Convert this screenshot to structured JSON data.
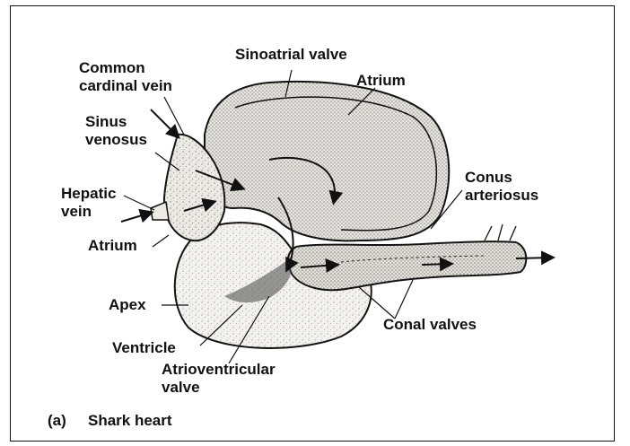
{
  "labels": {
    "common_cardinal_vein": [
      "Common",
      "cardinal vein"
    ],
    "sinus_venosus": [
      "Sinus",
      "venosus"
    ],
    "hepatic_vein": [
      "Hepatic",
      "vein"
    ],
    "atrium_lower": "Atrium",
    "sinoatrial_valve": "Sinoatrial valve",
    "atrium_upper": "Atrium",
    "conus_arteriosus": [
      "Conus",
      "arteriosus"
    ],
    "apex": "Apex",
    "ventricle": "Ventricle",
    "atrioventricular_valve": [
      "Atrioventricular",
      "valve"
    ],
    "conal_valves": "Conal valves"
  },
  "caption": {
    "letter": "(a)",
    "title": "Shark heart"
  },
  "colors": {
    "ink": "#111111",
    "tissue": "#f3f2ef",
    "stipple": "#444444"
  }
}
